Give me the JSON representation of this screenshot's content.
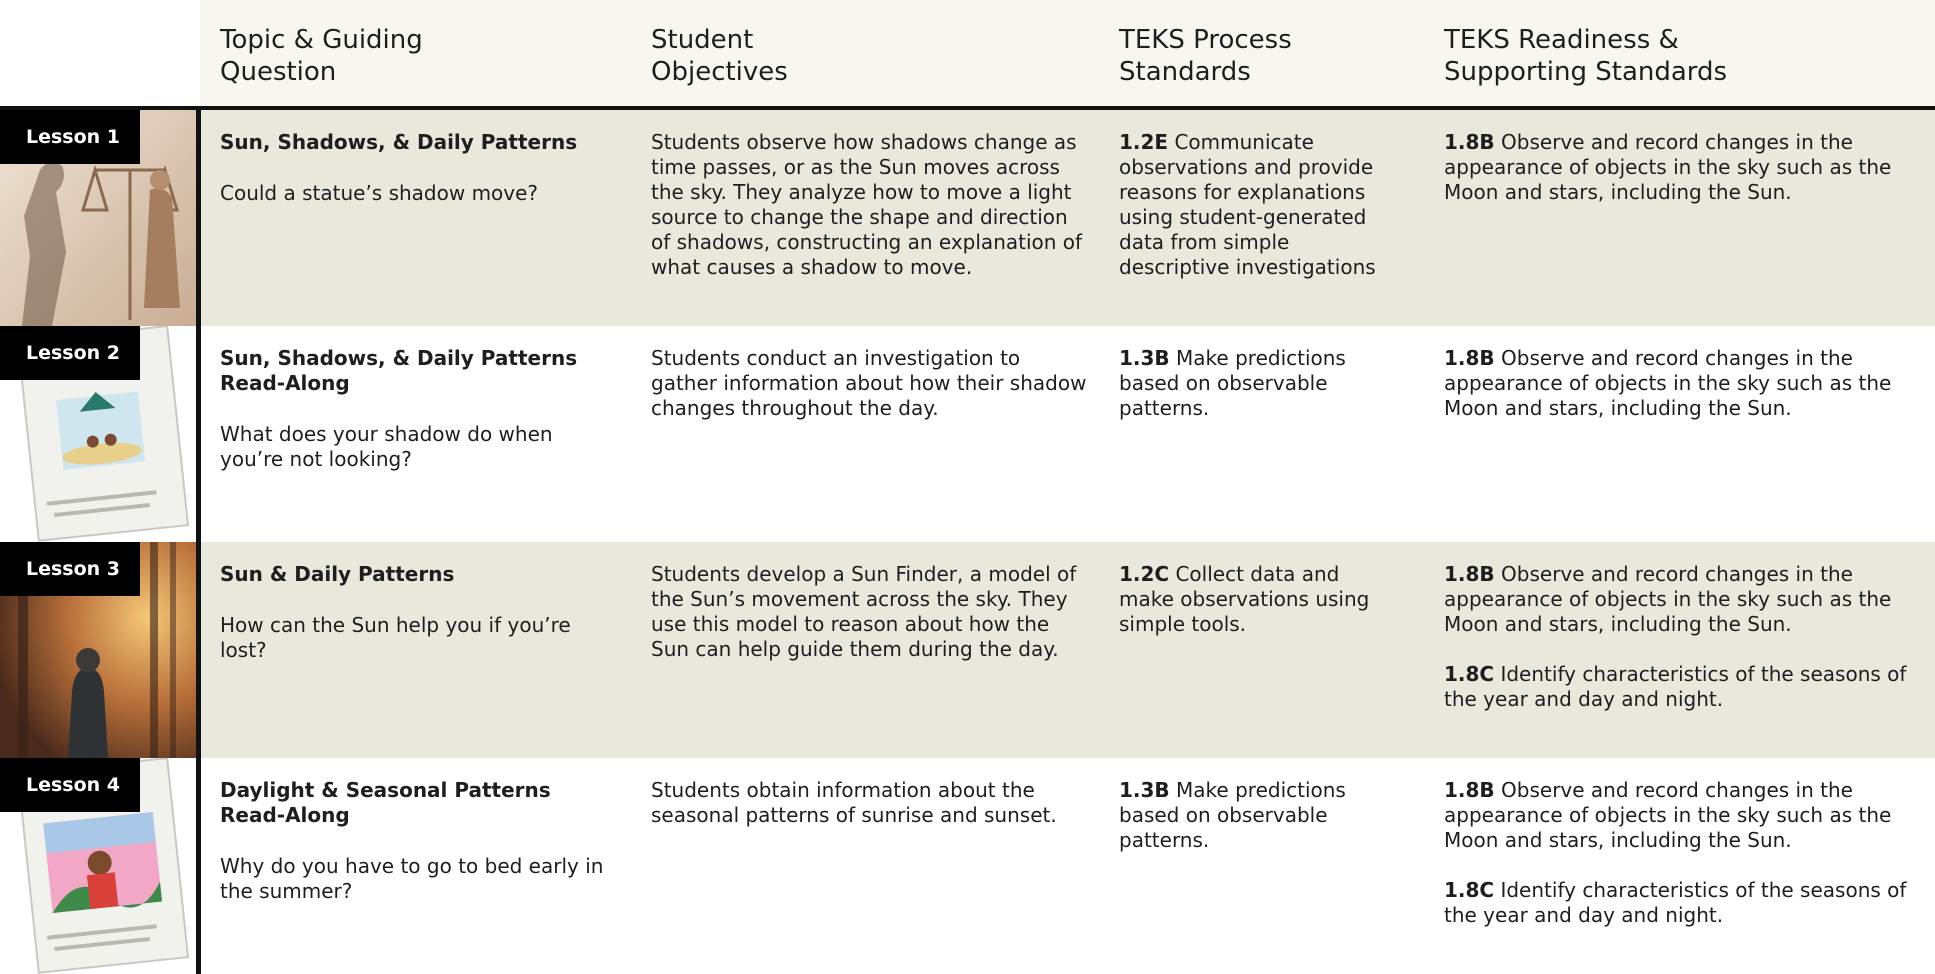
{
  "header": {
    "col1": "Topic & Guiding\nQuestion",
    "col2": "Student\nObjectives",
    "col3": "TEKS Process\nStandards",
    "col4": "TEKS Readiness &\nSupporting Standards"
  },
  "lessons": [
    {
      "tag": "Lesson 1",
      "thumb_icon": "statue-shadow-image",
      "topic": "Sun, Shadows, & Daily Patterns",
      "question": "Could a statue’s shadow move?",
      "objective": "Students observe how shadows change as time passes, or as the Sun moves across the sky. They analyze how to move a light source to change the shape and direction of shadows, constructing an explanation of what causes a shadow to move.",
      "process": {
        "code": "1.2E",
        "text": " Communicate observations and provide reasons for explanations using student-generated data from simple descriptive investigations"
      },
      "standards": [
        {
          "code": "1.8B",
          "text": " Observe and record changes in the appearance of objects in the sky such as the Moon and stars, including the Sun."
        }
      ]
    },
    {
      "tag": "Lesson 2",
      "thumb_icon": "read-along-book-cover",
      "topic": "Sun, Shadows, & Daily Patterns Read-Along",
      "question": "What does your shadow do when you’re not looking?",
      "objective": "Students conduct an investigation to gather information about how their shadow changes throughout the day.",
      "process": {
        "code": "1.3B",
        "text": " Make predictions based on observable patterns."
      },
      "standards": [
        {
          "code": "1.8B",
          "text": " Observe and record changes in the appearance of objects in the sky such as the Moon and stars, including the Sun."
        }
      ]
    },
    {
      "tag": "Lesson 3",
      "thumb_icon": "forest-sunlight-image",
      "topic": "Sun & Daily Patterns",
      "question": "How can the Sun help you if you’re lost?",
      "objective": "Students develop a Sun Finder, a model of the Sun’s movement across the sky. They use this model to reason about how the Sun can help guide them during the day.",
      "process": {
        "code": "1.2C",
        "text": " Collect data and make observations using simple tools."
      },
      "standards": [
        {
          "code": "1.8B",
          "text": " Observe and record changes in the appearance of objects in the sky such as the Moon and stars, including the Sun."
        },
        {
          "code": "1.8C",
          "text": " Identify characteristics of the seasons of the year and day and night."
        }
      ]
    },
    {
      "tag": "Lesson 4",
      "thumb_icon": "read-along-book-cover",
      "topic": "Daylight & Seasonal Patterns Read-Along",
      "question": "Why do you have to go to bed early in the summer?",
      "objective": "Students obtain information about the seasonal patterns of sunrise and sunset.",
      "process": {
        "code": "1.3B",
        "text": " Make predictions based on observable patterns."
      },
      "standards": [
        {
          "code": "1.8B",
          "text": " Observe and record changes in the appearance of objects in the sky such as the Moon and stars, including the Sun."
        },
        {
          "code": "1.8C",
          "text": " Identify characteristics of the seasons of the year and day and night."
        }
      ]
    }
  ]
}
